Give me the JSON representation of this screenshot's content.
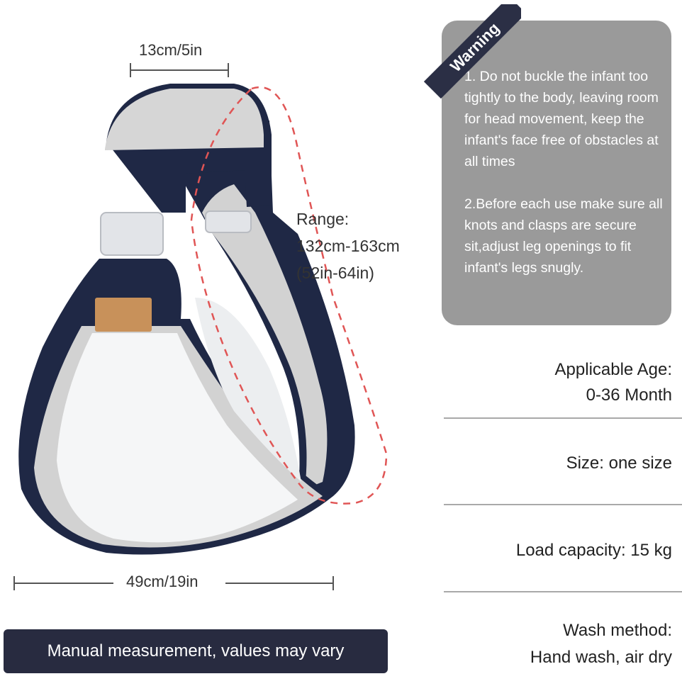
{
  "dimensions": {
    "strap_width": "13cm/5in",
    "bottom_width": "49cm/19in",
    "range_title": "Range:",
    "range_cm": "132cm-163cm",
    "range_in": "(52in-64in)"
  },
  "warning": {
    "ribbon": "Warning",
    "item1": "1. Do not buckle the infant too tightly to the body, leaving room for head movement, keep the infant's face free of obstacles at all times",
    "item2": "2.Before each use make sure all knots and clasps are secure sit,adjust leg openings to fit infant's legs snugly."
  },
  "specs": {
    "age_label": "Applicable Age:",
    "age_value": "0-36 Month",
    "size": "Size: one size",
    "load": "Load capacity: 15 kg",
    "wash_label": "Wash method:",
    "wash_value": "Hand wash, air dry"
  },
  "banner": "Manual measurement, values may vary",
  "colors": {
    "navy": "#1f2845",
    "strap_gray": "#d2d2d2",
    "mesh": "#f5f6f7",
    "warning_bg": "#9a9a9a",
    "banner_bg": "#282b40",
    "range_dash": "#e05555",
    "label_tan": "#c8915a"
  }
}
